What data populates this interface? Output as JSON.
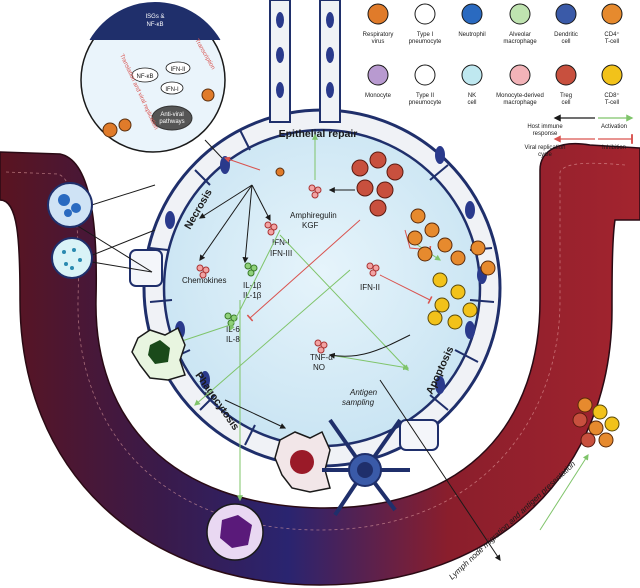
{
  "colors": {
    "vessel_dark": "#5a1420",
    "vessel_red": "#a3242e",
    "vessel_blue": "#2a2470",
    "alveolus_fill": "#d9eef8",
    "cell_border": "#1f2f6b",
    "activation": "#7fc46a",
    "inhibition": "#d9534f",
    "cd4": "#e68a2e",
    "cd8": "#f2c21a",
    "treg": "#c8503e"
  },
  "labels": {
    "epithelial_repair": "Epithelial repair",
    "necrosis": "Necrosis",
    "phagocytosis": "Phagocytosis",
    "apoptosis": "Apoptosis",
    "antigen_sampling": "Antigen sampling",
    "lymph_node": "Lymph node migration and antigen presentation",
    "amphiregulin": "Amphiregulin",
    "kgf": "KGF",
    "ifn1": "IFN-I",
    "ifn3": "IFN-III",
    "ifn2": "IFN-II",
    "chemokines": "Chemokines",
    "il1b_a": "IL-1β",
    "il1b_b": "IL-1β",
    "il6": "IL-6",
    "il8": "IL-8",
    "tnfa": "TNF-α",
    "no": "NO"
  },
  "inset": {
    "isgs": "ISGs &",
    "nfkb_top": "NF-κB",
    "nfkb": "NF-κB",
    "ifn_ii": "IFN-II",
    "ifn_i": "IFN-I",
    "antiviral": "Anti-viral pathways",
    "transcription": "Transcription",
    "translation": "Translation and viral replication"
  },
  "legend": {
    "items": [
      {
        "label": "Respiratory virus",
        "icon": "virus-icon"
      },
      {
        "label": "Type I pneumocyte",
        "icon": "type1-pneumocyte-icon"
      },
      {
        "label": "Neutrophil",
        "icon": "neutrophil-icon"
      },
      {
        "label": "Alveolar macrophage",
        "icon": "alveolar-macrophage-icon"
      },
      {
        "label": "Dendritic cell",
        "icon": "dendritic-cell-icon"
      },
      {
        "label": "CD4⁺ T-cell",
        "icon": "cd4-tcell-icon"
      },
      {
        "label": "Monocyte",
        "icon": "monocyte-icon"
      },
      {
        "label": "Type II pneumocyte",
        "icon": "type2-pneumocyte-icon"
      },
      {
        "label": "NK cell",
        "icon": "nk-cell-icon"
      },
      {
        "label": "Monocyte-derived macrophage",
        "icon": "mdm-icon"
      },
      {
        "label": "Treg cell",
        "icon": "treg-icon"
      },
      {
        "label": "CD8⁺ T-cell",
        "icon": "cd8-tcell-icon"
      }
    ],
    "arrows": {
      "host": "Host immune response",
      "activation": "Activation",
      "viral": "Viral replication cycle",
      "inhibition": "Inhibition"
    }
  }
}
